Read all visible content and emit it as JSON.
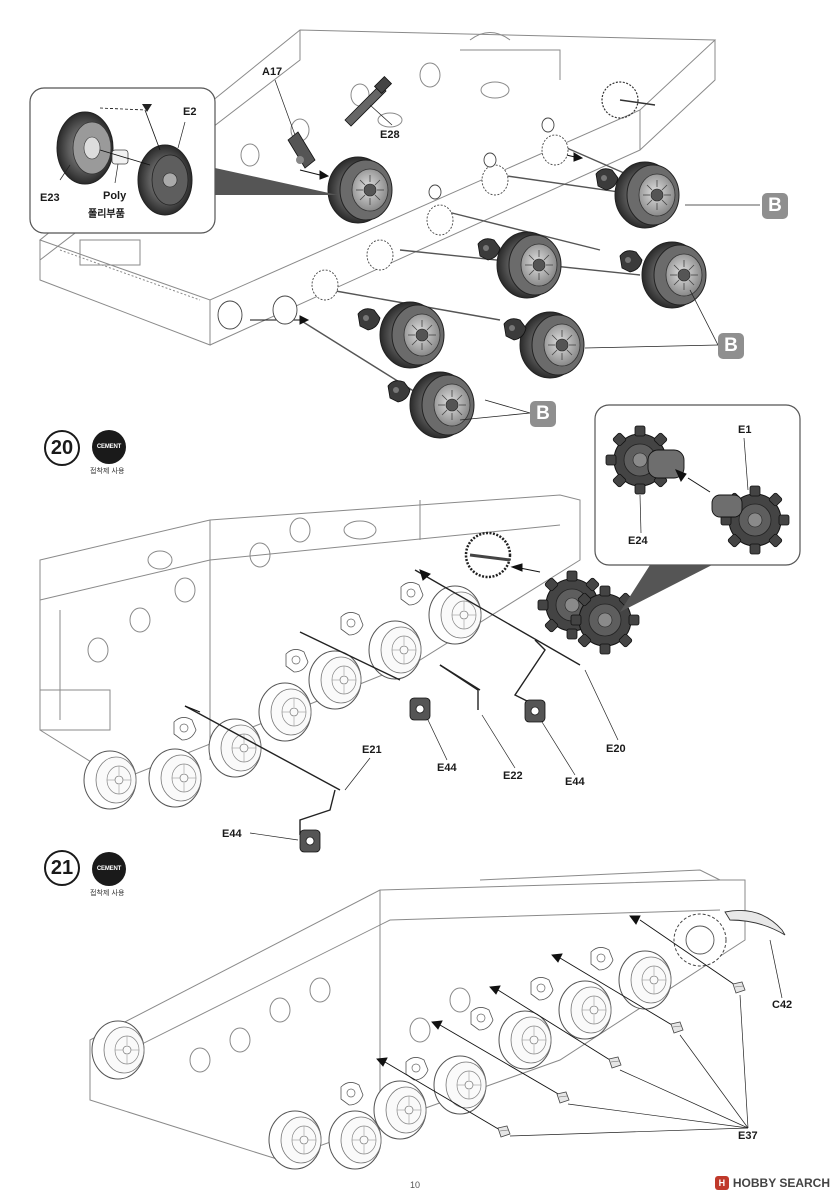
{
  "page_number": "10",
  "callout_letter": "B",
  "step_20": {
    "number": "20",
    "cement_badge": "CEMENT",
    "cement_note": "접착제 사용",
    "parts": {
      "e1": "E1",
      "e24": "E24",
      "e20": "E20",
      "e21": "E21",
      "e22": "E22",
      "e44_a": "E44",
      "e44_b": "E44",
      "e44_c": "E44"
    }
  },
  "step_21": {
    "number": "21",
    "cement_badge": "CEMENT",
    "cement_note": "접착제 사용",
    "parts": {
      "c42": "C42",
      "e37": "E37"
    }
  },
  "top_section": {
    "parts": {
      "a17": "A17",
      "e28": "E28",
      "e2": "E2",
      "e23": "E23",
      "poly_en": "Poly",
      "poly_ko": "폴리부품"
    }
  },
  "watermark": {
    "icon": "H",
    "text": "HOBBY SEARCH"
  },
  "colors": {
    "line": "#3a3a3a",
    "wheel_dark": "#2e2e2e",
    "wheel_mid": "#7a7a7a",
    "wheel_light": "#bdbdbd",
    "callout_gray": "#8f8f8f"
  }
}
